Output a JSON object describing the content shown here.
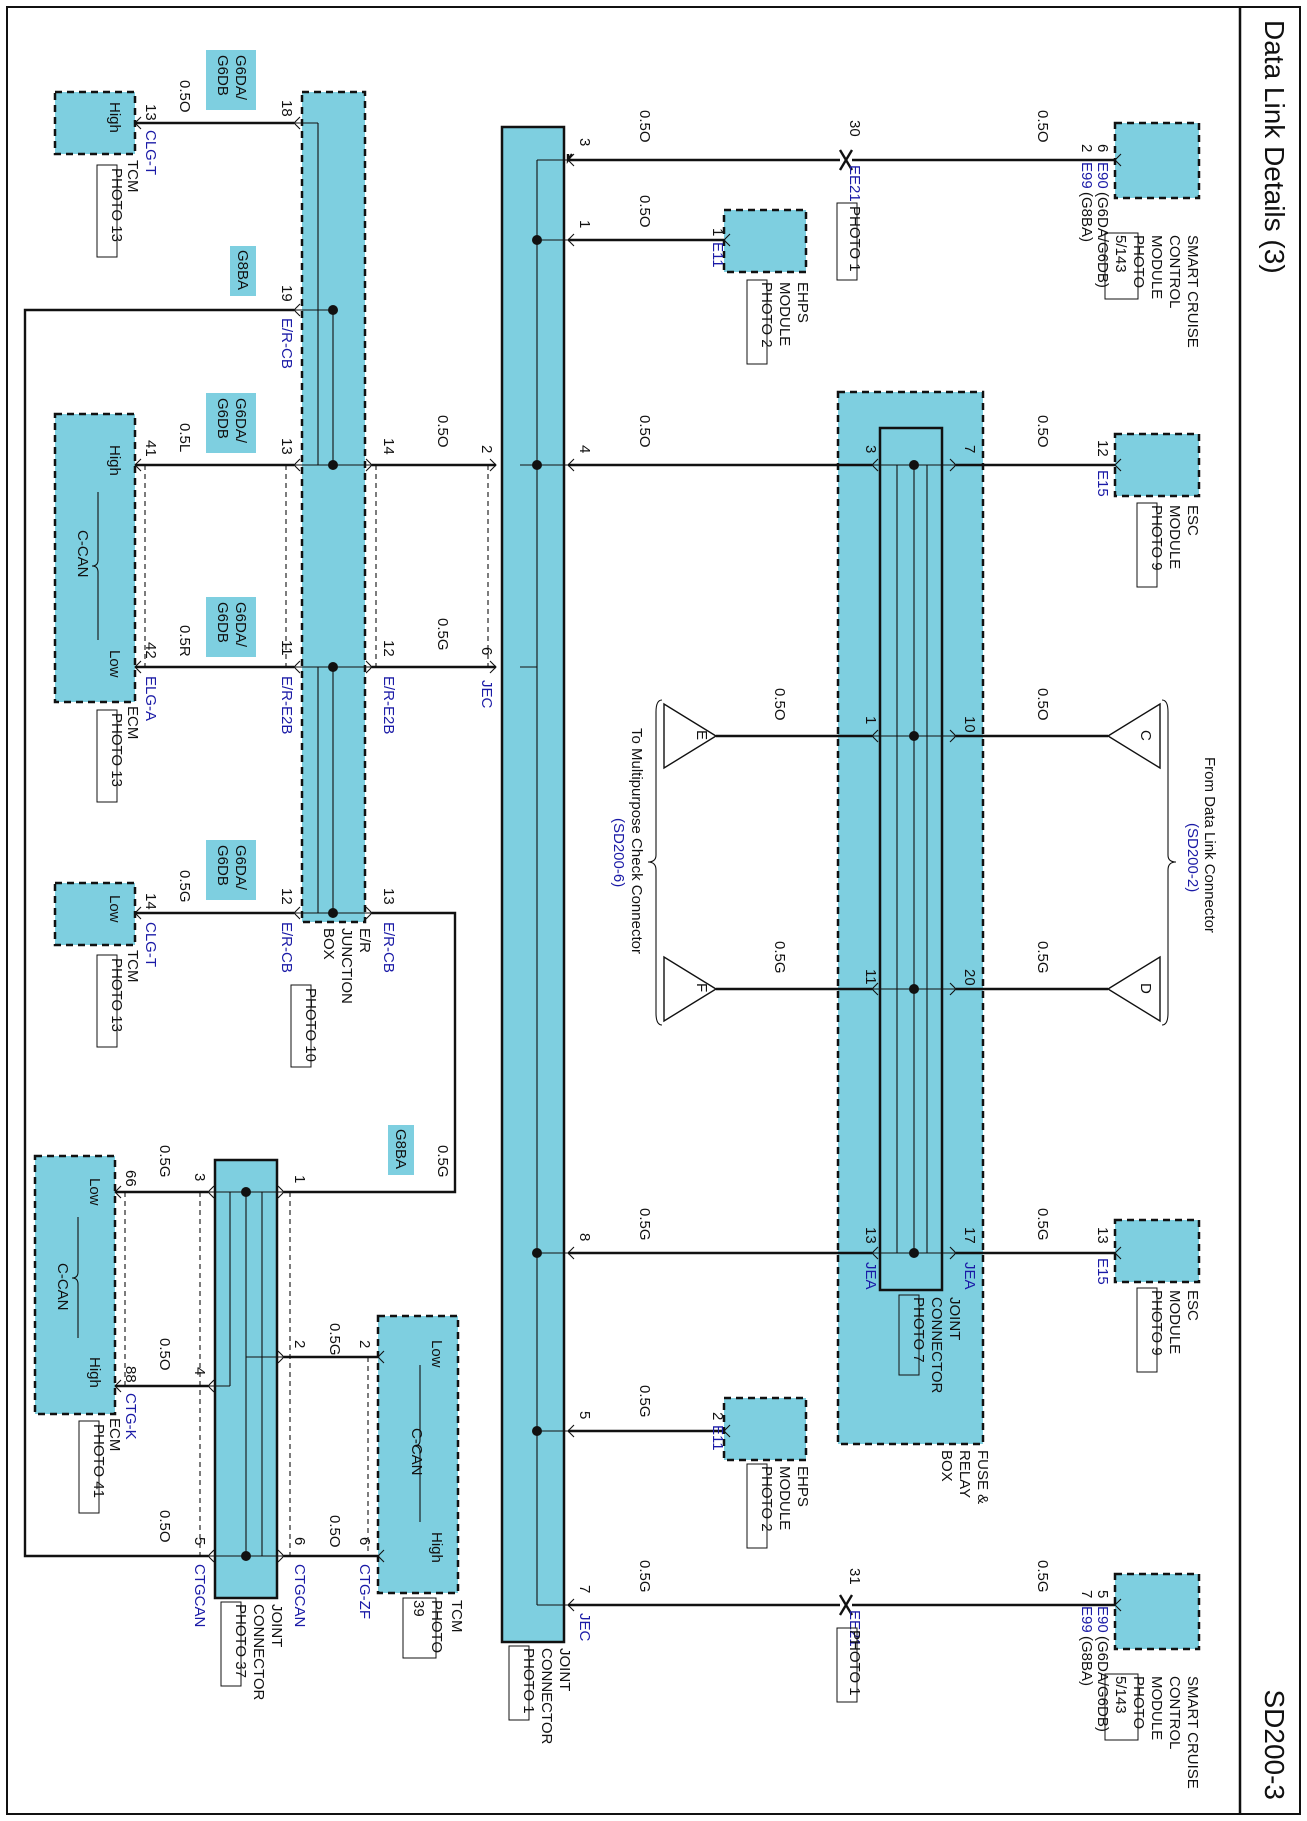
{
  "header": {
    "title": "Data Link Details (3)",
    "code": "SD200-3"
  },
  "labels": {
    "scc1_l1": "SMART CRUISE",
    "scc1_l2": "CONTROL",
    "scc1_l3": "MODULE",
    "scc1_photo": "PHOTO",
    "scc1_photo_no": "5/143",
    "scc1_conn1": "E90",
    "scc1_conn1_sfx": "(G6DA/G6DB)",
    "scc1_conn2": "E99",
    "scc1_conn2_sfx": "(G8BA)",
    "scc1_pin_a": "6",
    "scc1_pin_b": "2",
    "scc1_wire": "0.5O",
    "ee21_top": "EE21",
    "ee21_top_pin": "30",
    "ee21_top_photo": "PHOTO 1",
    "ehps1_l1": "EHPS",
    "ehps1_l2": "MODULE",
    "ehps1_photo": "PHOTO 2",
    "ehps1_conn": "E11",
    "ehps1_pin": "1",
    "ehps1_wire": "0.5O",
    "esc1_l1": "ESC",
    "esc1_l2": "MODULE",
    "esc1_photo": "PHOTO 9",
    "esc1_conn": "E15",
    "esc1_pin": "12",
    "esc1_wire": "0.5O",
    "from_dlc": "From Data Link Connector",
    "from_ref": "(SD200-2)",
    "conn_c": "C",
    "conn_d": "D",
    "conn_e": "E",
    "conn_f": "F",
    "c_wire": "0.5O",
    "d_wire": "0.5G",
    "e_wire": "0.5O",
    "f_wire": "0.5G",
    "to_mpc": "To Multipurpose Check Connector",
    "to_ref": "(SD200-6)",
    "esc2_l1": "ESC",
    "esc2_l2": "MODULE",
    "esc2_photo": "PHOTO 9",
    "esc2_conn": "E15",
    "esc2_pin": "13",
    "esc2_wire": "0.5G",
    "jea_l1": "JOINT",
    "jea_l2": "CONNECTOR",
    "jea_photo": "PHOTO 7",
    "jea_name_a": "JEA",
    "jea_name_b": "JEA",
    "frb_l1": "FUSE &",
    "frb_l2": "RELAY",
    "frb_l3": "BOX",
    "jea_p7": "7",
    "jea_p3": "3",
    "jea_p10": "10",
    "jea_p1": "1",
    "jea_p20": "20",
    "jea_p11": "11",
    "jea_p17": "17",
    "jea_p13": "13",
    "ehps2_l1": "EHPS",
    "ehps2_l2": "MODULE",
    "ehps2_photo": "PHOTO 2",
    "ehps2_conn": "E11",
    "ehps2_pin": "2",
    "ehps2_wire": "0.5G",
    "scc2_l1": "SMART CRUISE",
    "scc2_l2": "CONTROL",
    "scc2_l3": "MODULE",
    "scc2_photo": "PHOTO",
    "scc2_photo_no": "5/143",
    "scc2_conn1": "E90",
    "scc2_conn1_sfx": "(G6DA/G6DB)",
    "scc2_conn2": "E99",
    "scc2_conn2_sfx": "(G8BA)",
    "scc2_pin_a": "5",
    "scc2_pin_b": "7",
    "scc2_wire": "0.5G",
    "ee21_bot": "EE21",
    "ee21_bot_pin": "31",
    "ee21_bot_photo": "PHOTO 1",
    "jec_l1": "JOINT",
    "jec_l2": "CONNECTOR",
    "jec_photo": "PHOTO 1",
    "jec_name_a": "JEC",
    "jec_name_b": "JEC",
    "jec_p3": "3",
    "jec_p1": "1",
    "jec_p4": "4",
    "jec_p2": "2",
    "jec_p6": "6",
    "jec_p8": "8",
    "jec_p5": "5",
    "jec_p7": "7",
    "jec_w3": "0.5O",
    "jec_w1": "0.5O",
    "jec_w4": "0.5O",
    "jec_w8": "0.5G",
    "jec_w5": "0.5G",
    "jec_w7": "0.5G",
    "jec_w2": "0.5O",
    "jec_w6": "0.5G",
    "erjb_l1": "E/R",
    "erjb_l2": "JUNCTION",
    "erjb_l3": "BOX",
    "erjb_photo": "PHOTO 10",
    "erjb_p18": "18",
    "erjb_p19": "19",
    "erjb_p13a": "13",
    "erjb_p14": "14",
    "erjb_p11": "11",
    "erjb_p12a": "12",
    "erjb_p12b": "12",
    "erjb_p13b": "13",
    "erjb_c19": "E/R-CB",
    "erjb_c11": "E/R-E2B",
    "erjb_c12a": "E/R-E2B",
    "erjb_c12b": "E/R-CB",
    "erjb_c13b": "E/R-CB",
    "tag_g6": "G6DA/",
    "tag_g6b": "G6DB",
    "tag_g8": "G8BA",
    "tcm1_l1": "TCM",
    "tcm1_photo": "PHOTO 13",
    "tcm1_conn": "CLG-T",
    "tcm1_pin": "13",
    "tcm1_sig": "High",
    "tcm1_wire": "0.5O",
    "ecm1_l1": "ECM",
    "ecm1_photo": "PHOTO 13",
    "ecm1_conn": "ELG-A",
    "ecm1_pin_h": "41",
    "ecm1_pin_l": "42",
    "ecm1_high": "High",
    "ecm1_low": "Low",
    "ecm1_can": "C-CAN",
    "ecm1_wire_h": "0.5L",
    "ecm1_wire_l": "0.5R",
    "tcm2_l1": "TCM",
    "tcm2_photo": "PHOTO 13",
    "tcm2_conn": "CLG-T",
    "tcm2_pin": "14",
    "tcm2_sig": "Low",
    "tcm2_wire": "0.5G",
    "er_w14": "0.5O",
    "er_w12": "0.5G",
    "er_w13": "0.5G",
    "jc_l1": "JOINT",
    "jc_l2": "CONNECTOR",
    "jc_photo": "PHOTO 37",
    "jc_name_a": "CTGCAN",
    "jc_name_b": "CTGCAN",
    "jc_p1": "1",
    "jc_p3": "3",
    "jc_p2": "2",
    "jc_p4": "4",
    "jc_p6": "6",
    "jc_p5": "5",
    "ecm2_l1": "ECM",
    "ecm2_photo": "PHOTO 41",
    "ecm2_conn": "CTG-K",
    "ecm2_pin_l": "66",
    "ecm2_pin_h": "88",
    "ecm2_low": "Low",
    "ecm2_high": "High",
    "ecm2_can": "C-CAN",
    "ecm2_wire_l": "0.5G",
    "ecm2_wire_h": "0.5O",
    "tcm3_l1": "TCM",
    "tcm3_photo": "PHOTO",
    "tcm3_photo_no": "39",
    "tcm3_conn": "CTG-ZF",
    "tcm3_pin_l": "2",
    "tcm3_pin_h": "6",
    "tcm3_low": "Low",
    "tcm3_high": "High",
    "tcm3_can": "C-CAN",
    "tcm3_wire_l": "0.5G",
    "tcm3_wire_h": "0.5O",
    "jc_w5": "0.5O"
  },
  "colors": {
    "module": "#7ecfe0",
    "line": "#111111",
    "connector_text": "#1a1aa6"
  }
}
